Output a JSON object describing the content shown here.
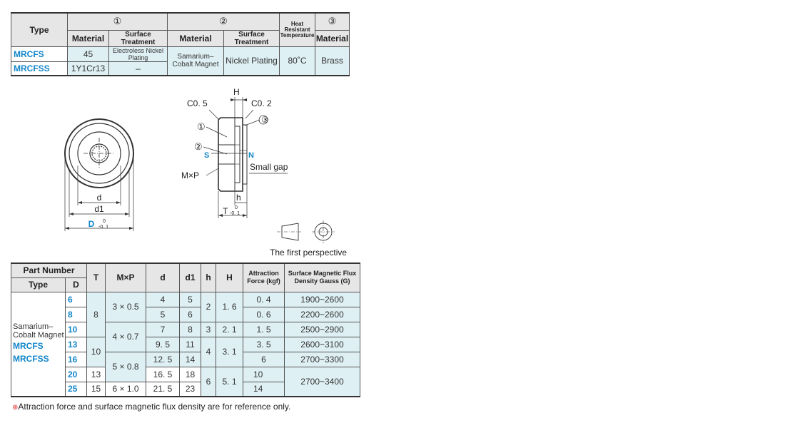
{
  "materials_table": {
    "type_header": "Type",
    "group1": "①",
    "group2": "②",
    "heat_header": "Heat Resistant Temperature",
    "group3": "③",
    "material_label": "Material",
    "surface_label": "Surface Treatment",
    "rows": [
      {
        "type": "MRCFS",
        "mat1": "45",
        "surf1": "Electroless Nickel Plating"
      },
      {
        "type": "MRCFSS",
        "mat1": "1Y1Cr13",
        "surf1": "–"
      }
    ],
    "mat2": "Samarium–Cobalt Magnet",
    "surf2": "Nickel Plating",
    "heat": "80˚C",
    "mat3": "Brass"
  },
  "drawing": {
    "c05": "C0. 5",
    "c02": "C0. 2",
    "H": "H",
    "n1": "①",
    "n2": "②",
    "n3": "③",
    "S": "S",
    "N": "N",
    "MxP": "M×P",
    "small_gap": "Small gap",
    "h": "h",
    "T": "T",
    "T_tol_top": "0",
    "T_tol_bot": "-0. 1",
    "d": "d",
    "d1": "d1",
    "D": "D",
    "D_tol_top": "0",
    "D_tol_bot": "-0. 1"
  },
  "perspective": "The first perspective",
  "spec_table": {
    "headers": {
      "part_number": "Part Number",
      "type": "Type",
      "D": "D",
      "T": "T",
      "MxP": "M×P",
      "d": "d",
      "d1": "d1",
      "h": "h",
      "H": "H",
      "attraction": "Attraction Force (kgf)",
      "flux": "Surface Magnetic Flux Density Gauss (G)"
    },
    "type_text": "Samarium–Cobalt Magnet",
    "type_codes": [
      "MRCFS",
      "MRCFSS"
    ],
    "D": [
      "6",
      "8",
      "10",
      "13",
      "16",
      "20",
      "25"
    ],
    "T": [
      "8",
      "10",
      "13",
      "15"
    ],
    "MxP": [
      "3 × 0.5",
      "4 × 0.7",
      "5 × 0.8",
      "6 × 1.0"
    ],
    "d": [
      "4",
      "5",
      "7",
      "9. 5",
      "12. 5",
      "16. 5",
      "21. 5"
    ],
    "d1": [
      "5",
      "6",
      "8",
      "11",
      "14",
      "18",
      "23"
    ],
    "h": [
      "2",
      "3",
      "4",
      "6"
    ],
    "H": [
      "1. 6",
      "2. 1",
      "3. 1",
      "5. 1"
    ],
    "attraction": [
      "0. 4",
      "0. 6",
      "1. 5",
      "3. 5",
      "6",
      "10",
      "14"
    ],
    "flux": [
      "1900~2600",
      "2200~2600",
      "2500~2900",
      "2600~3100",
      "2700~3300",
      "2700~3400"
    ]
  },
  "note": {
    "mark": "⊕",
    "text": "Attraction force and surface magnetic flux density are for reference only."
  }
}
